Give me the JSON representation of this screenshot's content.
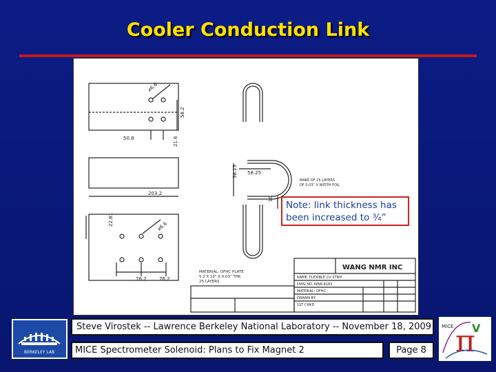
{
  "slide": {
    "title": "Cooler Conduction Link",
    "note": "Note: link thickness has been increased to ¾”",
    "footer_top": "Steve Virostek -- Lawrence Berkeley National Laboratory -- November 18, 2009",
    "footer_bottom": "MICE Spectrometer Solenoid: Plans to Fix Magnet 2",
    "page": "Page 8"
  },
  "drawing": {
    "dims": [
      "50.8",
      "21.6",
      "58.2",
      "203.2",
      "58.25",
      "76.2",
      "76.2",
      "22.81",
      "10"
    ],
    "title_block_company": "WANG NMR INC",
    "title_block_part": "FLEXIBLE CU STRIP",
    "material_note": "MATERIAL: OFHC PLATE"
  },
  "logos": {
    "left_label": "BERKELEY LAB",
    "right_label": "MICE"
  }
}
